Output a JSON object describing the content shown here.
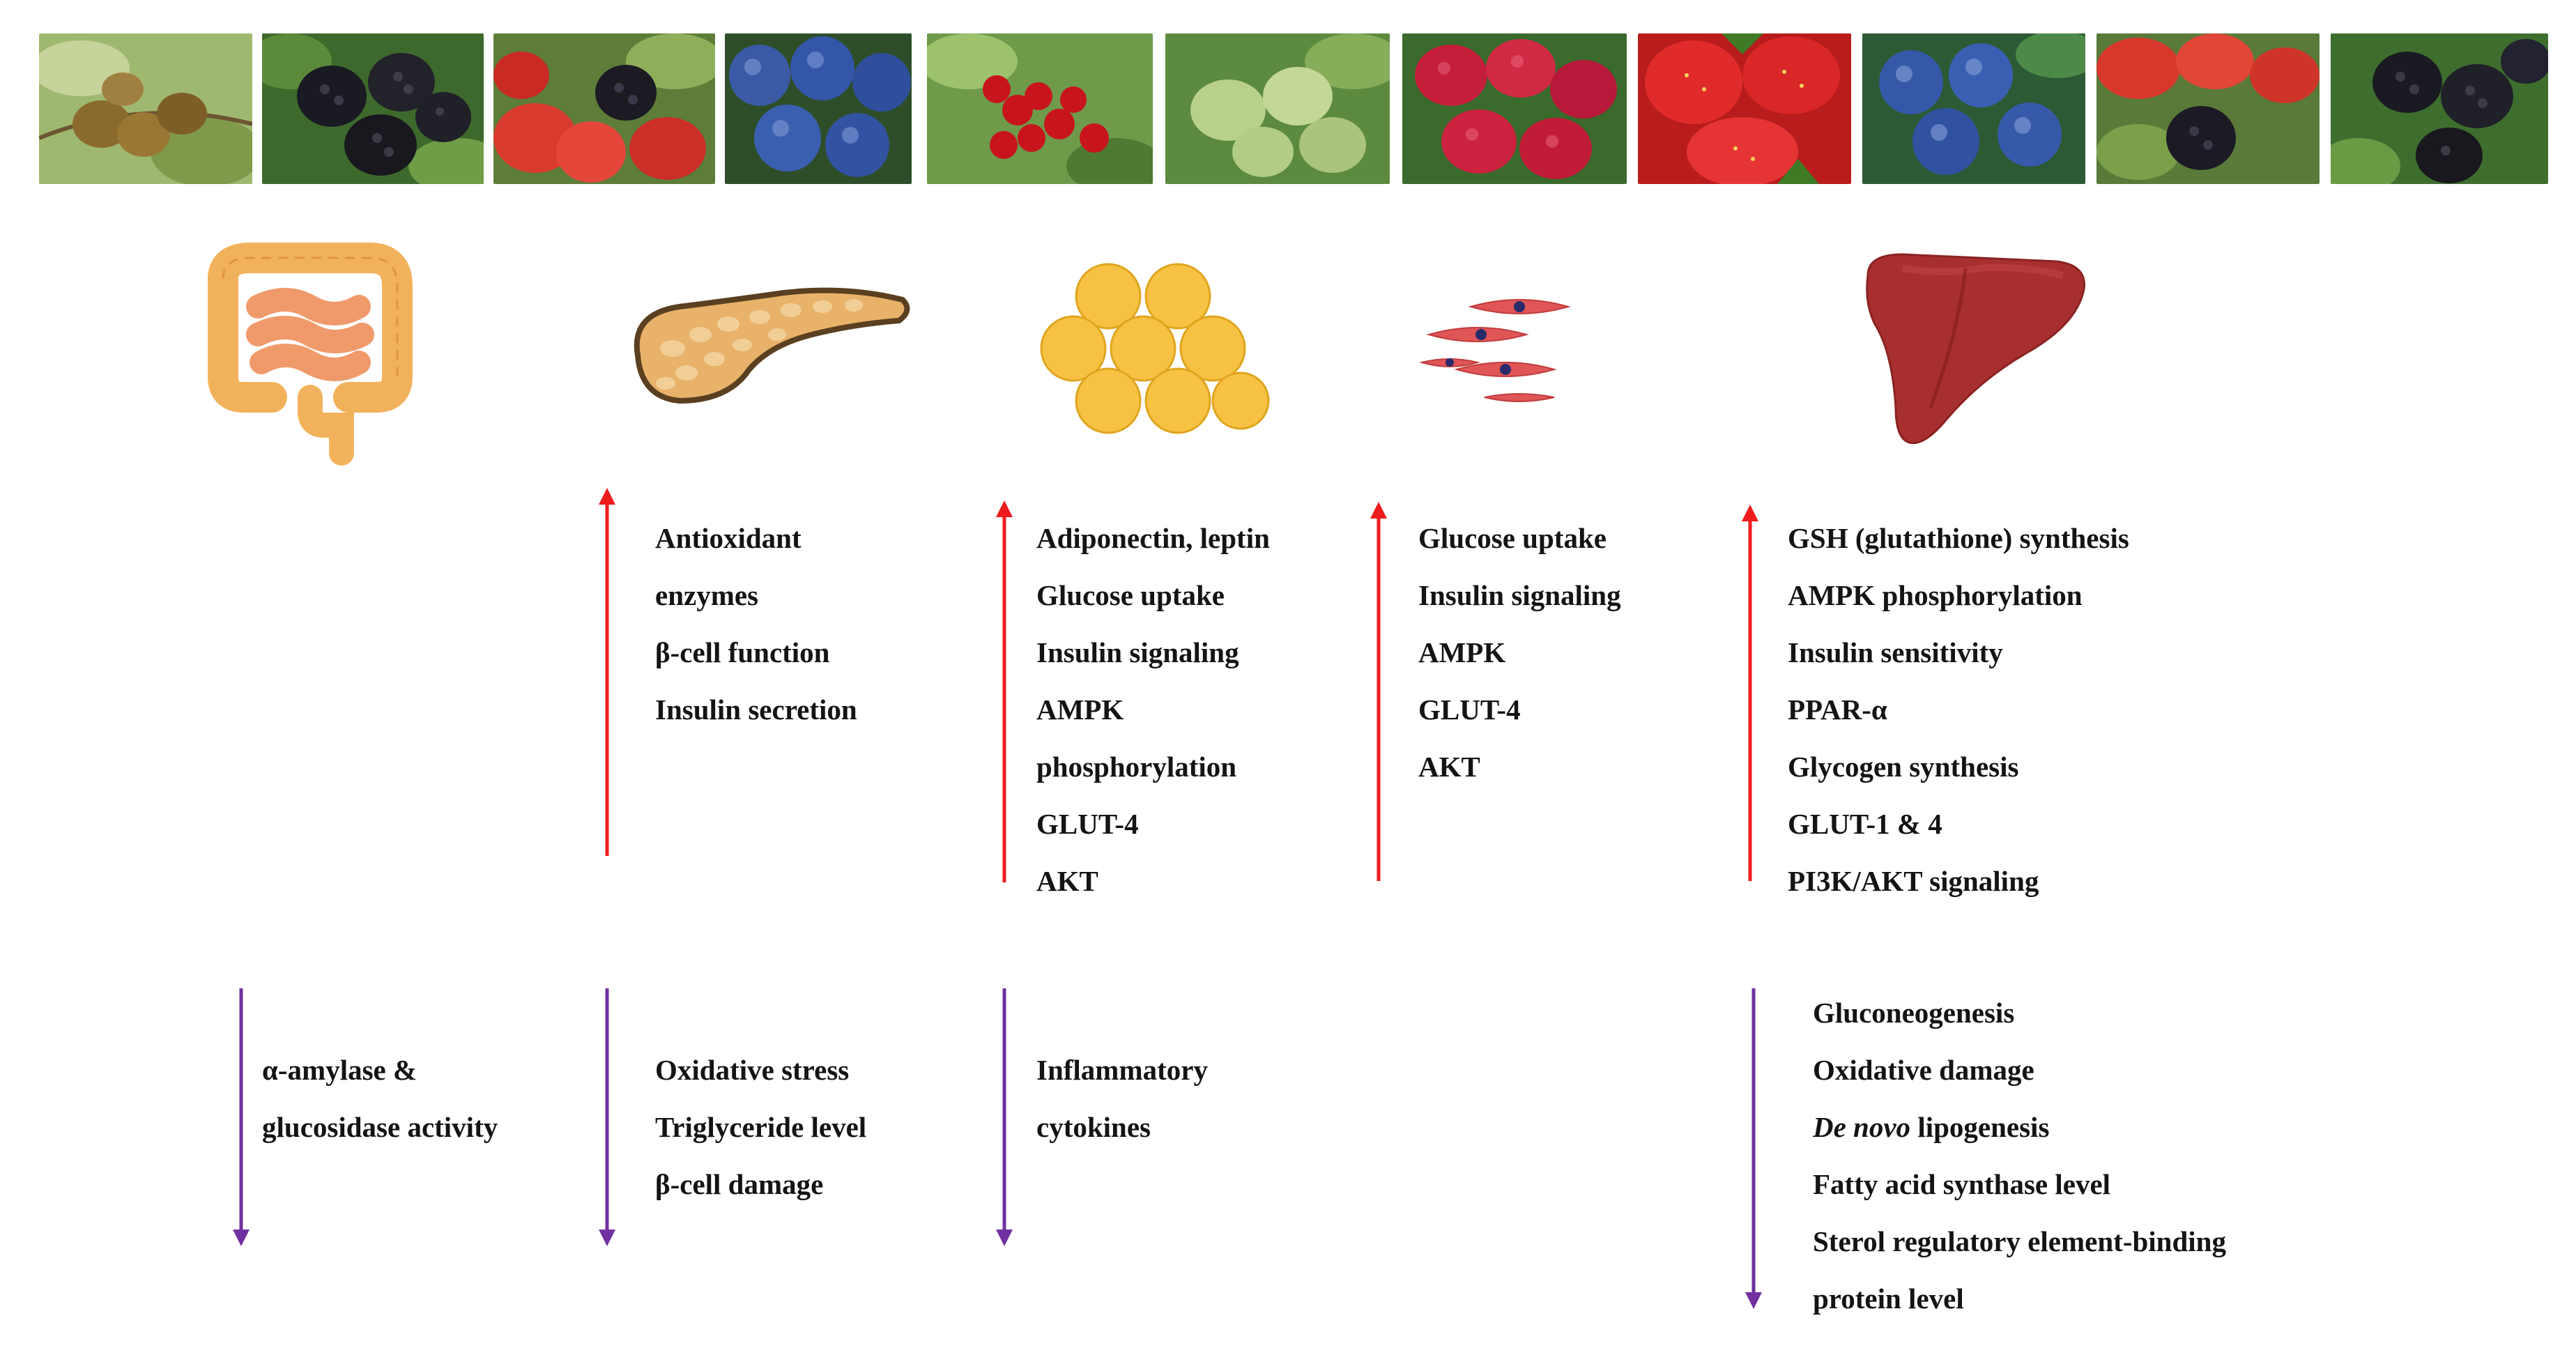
{
  "colors": {
    "increase_arrow": "#ee1c1c",
    "decrease_arrow": "#7030a0",
    "text": "#141414"
  },
  "berries": [
    "kiwiberry",
    "blackberry",
    "red-currant-blackberry",
    "blueberry",
    "red-currant",
    "gooseberry",
    "raspberry",
    "strawberry",
    "blueberry",
    "currant-blackberry",
    "blackberry"
  ],
  "organs": [
    "intestine-icon",
    "pancreas-icon",
    "adipose-tissue-icon",
    "muscle-cells-icon",
    "liver-icon"
  ],
  "columns": {
    "intestine": {
      "down": [
        "α-amylase &",
        "glucosidase activity"
      ]
    },
    "pancreas": {
      "up": [
        "Antioxidant",
        "enzymes",
        "β-cell function",
        "Insulin secretion"
      ],
      "down": [
        "Oxidative stress",
        "Triglyceride level",
        "β-cell damage"
      ]
    },
    "adipose": {
      "up": [
        "Adiponectin, leptin",
        "Glucose uptake",
        "Insulin signaling",
        "AMPK",
        "phosphorylation",
        "GLUT-4",
        "AKT"
      ],
      "down": [
        "Inflammatory",
        "cytokines"
      ]
    },
    "muscle": {
      "up": [
        "Glucose uptake",
        "Insulin signaling",
        "AMPK",
        "GLUT-4",
        "AKT"
      ]
    },
    "liver": {
      "up": [
        "GSH (glutathione) synthesis",
        "AMPK phosphorylation",
        "Insulin sensitivity",
        "PPAR-α",
        "Glycogen synthesis",
        "GLUT-1 & 4",
        "PI3K/AKT signaling"
      ],
      "down": [
        "Gluconeogenesis",
        "Oxidative damage",
        "lipogenesis",
        "Fatty acid synthase level",
        "Sterol regulatory element-binding",
        "protein level"
      ],
      "down_italic_prefix": "De novo"
    }
  }
}
